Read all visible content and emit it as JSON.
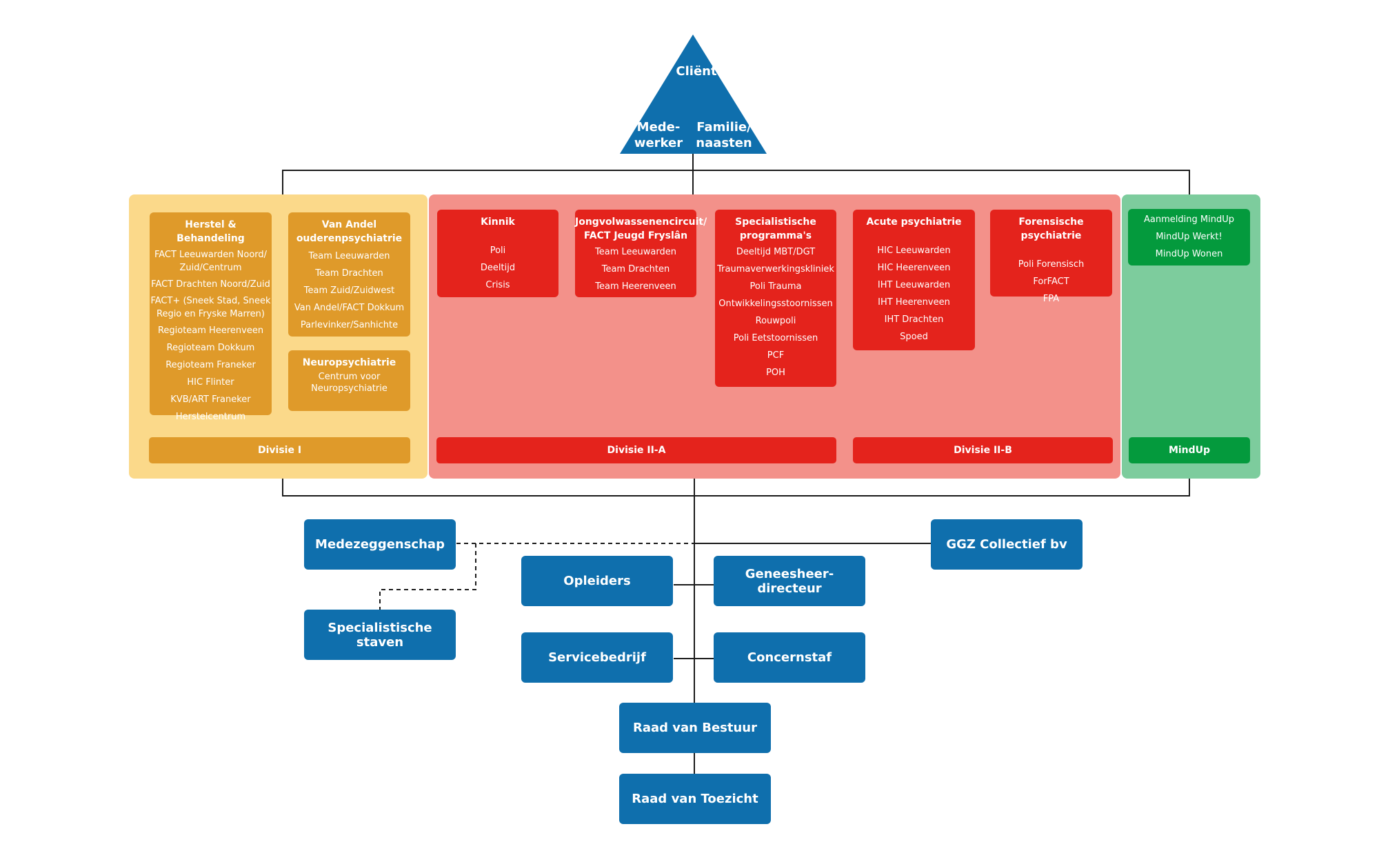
{
  "top": {
    "client": "Cliënt",
    "employee": "Mede-\nwerker",
    "family": "Familie/\nnaasten"
  },
  "colors": {
    "division_1_panel": "#fbd98a",
    "division_1_box": "#df9a2a",
    "division_2_panel": "#f3918a",
    "division_2_box": "#e4231c",
    "mindup_panel": "#7dcc9d",
    "mindup_box": "#049a3d",
    "blue": "#0f6fad"
  },
  "division_1": {
    "label": "Divisie I",
    "herstel": {
      "title": "Herstel & Behandeling",
      "items": [
        "FACT Leeuwarden Noord/\nZuid/Centrum",
        "FACT Drachten Noord/Zuid",
        "FACT+ (Sneek Stad, Sneek\nRegio en Fryske Marren)",
        "Regioteam Heerenveen",
        "Regioteam Dokkum",
        "Regioteam Franeker",
        "HIC Flinter",
        "KVB/ART Franeker",
        "Herstelcentrum"
      ]
    },
    "van_andel": {
      "title": "Van Andel\nouderenpsychiatrie",
      "items": [
        "Team Leeuwarden",
        "Team Drachten",
        "Team Zuid/Zuidwest",
        "Van Andel/FACT Dokkum",
        "Parlevinker/Sanhichte"
      ]
    },
    "neuro": {
      "title": "Neuropsychiatrie",
      "items": [
        "Centrum voor\nNeuropsychiatrie"
      ]
    }
  },
  "division_2a": {
    "label": "Divisie II-A",
    "kinnik": {
      "title": "Kinnik",
      "items": [
        "Poli",
        "Deeltijd",
        "Crisis"
      ]
    },
    "jong": {
      "title": "Jongvolwassenencircuit/\nFACT Jeugd Fryslân",
      "items": [
        "Team Leeuwarden",
        "Team Drachten",
        "Team Heerenveen"
      ]
    },
    "spec": {
      "title": "Specialistische\nprogramma's",
      "items": [
        "Deeltijd MBT/DGT",
        "Traumaverwerkingskliniek",
        "Poli Trauma",
        "Ontwikkelingsstoornissen",
        "Rouwpoli",
        "Poli Eetstoornissen",
        "PCF",
        "POH"
      ]
    }
  },
  "division_2b": {
    "label": "Divisie II-B",
    "acute": {
      "title": "Acute psychiatrie",
      "items": [
        "HIC Leeuwarden",
        "HIC Heerenveen",
        "IHT Leeuwarden",
        "IHT Heerenveen",
        "IHT Drachten",
        "Spoed"
      ]
    },
    "forensic": {
      "title": "Forensische psychiatrie",
      "items": [
        "Poli Forensisch",
        "ForFACT",
        "FPA"
      ]
    }
  },
  "mindup": {
    "label": "MindUp",
    "items": [
      "Aanmelding MindUp",
      "MindUp Werkt!",
      "MindUp Wonen"
    ]
  },
  "bottom": {
    "medezeggenschap": "Medezeggenschap",
    "specialistische_staven": "Specialistische staven",
    "opleiders": "Opleiders",
    "geneesheer": "Geneesheer-directeur",
    "ggz": "GGZ Collectief bv",
    "servicebedrijf": "Servicebedrijf",
    "concernstaf": "Concernstaf",
    "raad_bestuur": "Raad van Bestuur",
    "raad_toezicht": "Raad van Toezicht"
  }
}
